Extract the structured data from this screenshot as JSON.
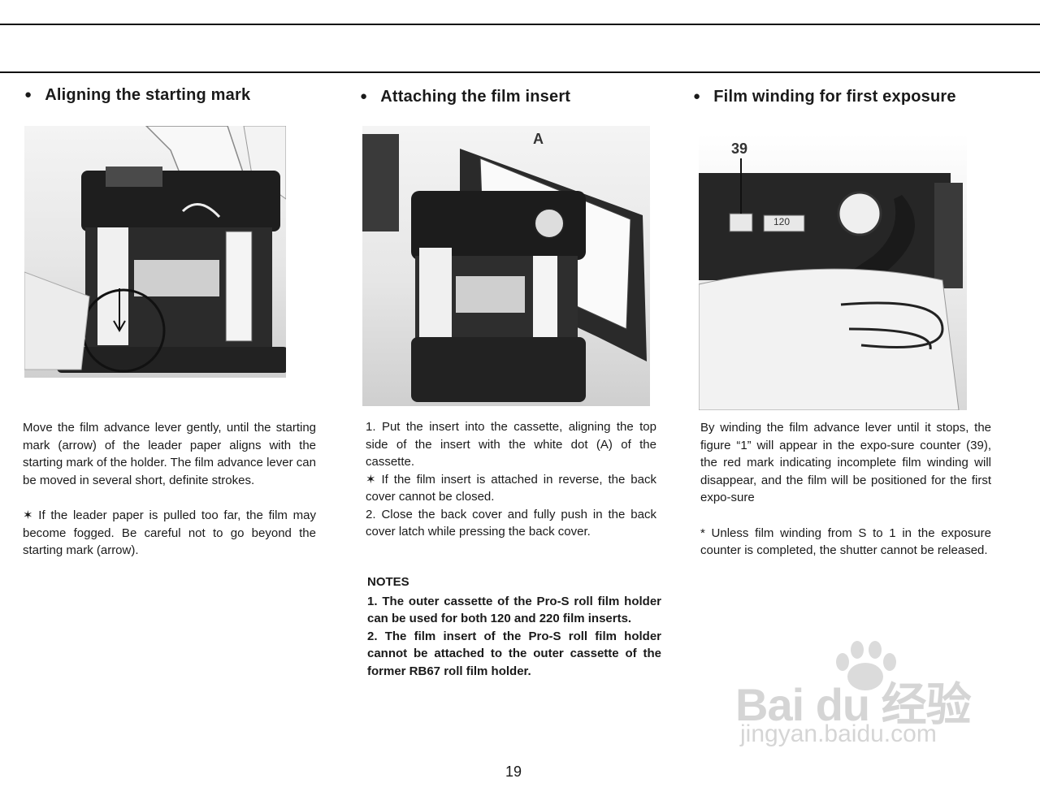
{
  "sections": [
    {
      "heading": "Aligning the starting mark",
      "paragraphs": [
        "Move the film advance lever gently, until the starting mark (arrow) of the leader paper aligns with the starting mark of the holder. The film advance lever can be moved in several short, definite strokes.",
        "✶ If the leader paper is pulled too far, the film may become fogged. Be careful not to go beyond the starting mark (arrow)."
      ]
    },
    {
      "heading": "Attaching the film insert",
      "photo_label": "A",
      "paragraphs": [
        "1. Put the insert into the cassette, aligning the top side of the insert with the white dot (A) of the cassette.",
        "✶ If the film insert is attached in reverse, the back cover cannot be closed.",
        "2. Close the back cover and fully push in the back cover latch while pressing the back cover."
      ],
      "notes_title": "NOTES",
      "notes": [
        "1. The outer cassette of the Pro-S roll film holder can be used for both 120 and 220 film inserts.",
        "2. The film insert of the Pro-S roll film holder cannot be attached to the outer cassette of the former RB67 roll film holder."
      ]
    },
    {
      "heading": "Film winding for first exposure",
      "photo_label": "39",
      "photo_counter": "120",
      "paragraphs": [
        "By winding the film advance lever until it stops, the figure “1” will appear in the expo-sure counter (39), the red mark indicating incomplete film winding will disappear, and the film will be positioned for the first expo-sure",
        "* Unless film winding from S to 1 in the exposure counter is completed, the shutter cannot be released."
      ]
    }
  ],
  "page_number": "19",
  "watermark": {
    "brand": "Bai du 经验",
    "url": "jingyan.baidu.com"
  },
  "colors": {
    "text": "#1a1a1a",
    "rule": "#111111"
  }
}
